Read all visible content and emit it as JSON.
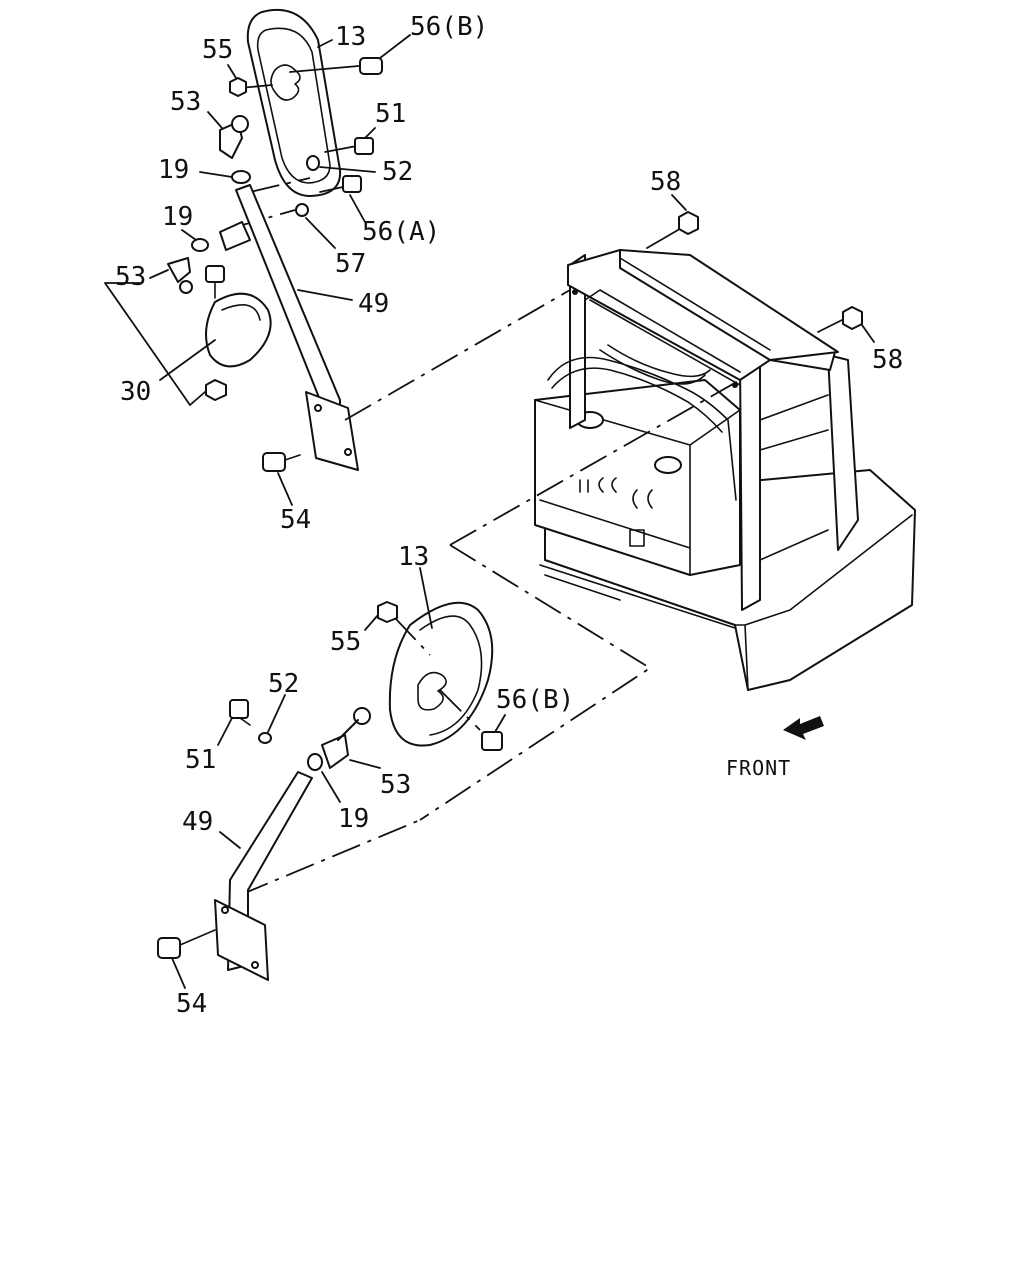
{
  "labels": {
    "mirror_upper": "13",
    "screw_upper": "56(B)",
    "nut_upper": "55",
    "joint_upper": "53",
    "bolt_upper": "51",
    "washer_upper": "52",
    "collar_upper_a": "19",
    "collar_upper_b": "19",
    "screw_a": "56(A)",
    "washer_57": "57",
    "joint_lower_left": "53",
    "stay_upper": "49",
    "under_mirror": "30",
    "bolt_stay_upper": "54",
    "nut_58_top": "58",
    "nut_58_right": "58",
    "mirror_lower": "13",
    "nut_lower": "55",
    "screw_lower": "56(B)",
    "bolt_lower": "51",
    "washer_lower": "52",
    "joint_lower": "53",
    "collar_lower": "19",
    "stay_lower": "49",
    "bolt_stay_lower": "54"
  },
  "front_label": "FRONT"
}
